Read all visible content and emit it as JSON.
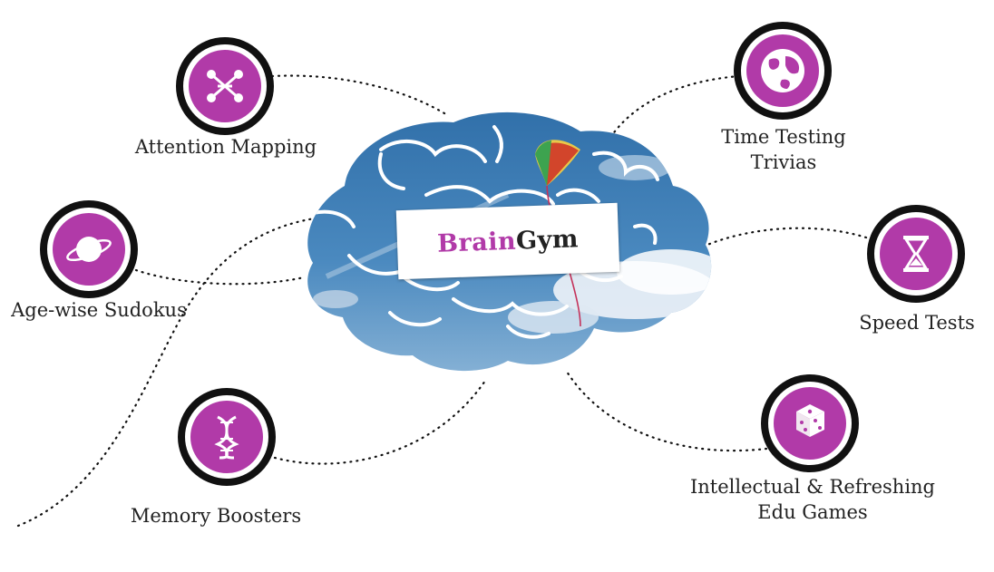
{
  "title": {
    "part1": "Brain",
    "part2": "Gym"
  },
  "colors": {
    "accent": "#b13aa8",
    "ring": "#111111",
    "sky": "#3f7db4"
  },
  "nodes": [
    {
      "id": "attention",
      "label": "Attention Mapping",
      "icon": "network-icon"
    },
    {
      "id": "sudoku",
      "label": "Age-wise Sudokus",
      "icon": "planet-icon"
    },
    {
      "id": "memory",
      "label": "Memory Boosters",
      "icon": "dna-icon"
    },
    {
      "id": "trivia",
      "label_line1": "Time Testing",
      "label_line2": "Trivias",
      "icon": "globe-icon"
    },
    {
      "id": "speed",
      "label": "Speed Tests",
      "icon": "hourglass-icon"
    },
    {
      "id": "games",
      "label_line1": "Intellectual & Refreshing",
      "label_line2": "Edu Games",
      "icon": "dice-icon"
    }
  ]
}
